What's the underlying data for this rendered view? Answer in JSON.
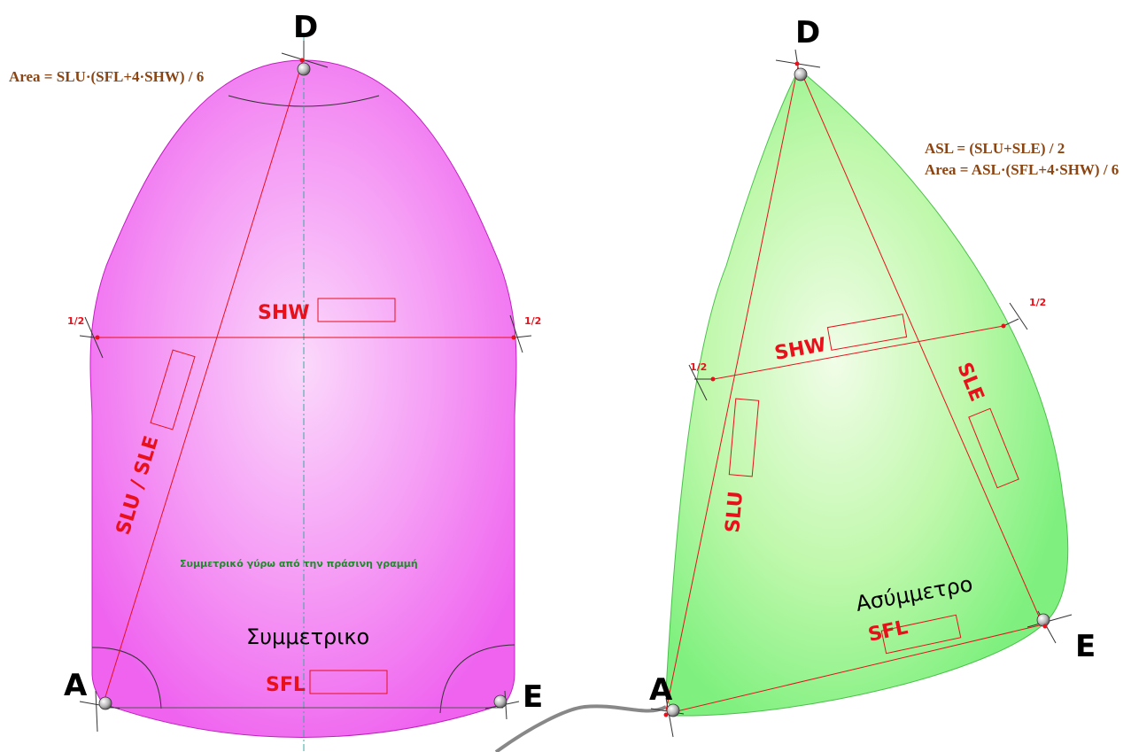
{
  "symmetric": {
    "formula": "Area = SLU·(SFL+4·SHW) / 6",
    "corner_head": "D",
    "corner_tack": "A",
    "corner_clew": "E",
    "shw_label": "SHW",
    "luff_label": "SLU / SLE",
    "sfl_label": "SFL",
    "half_left": "1/2",
    "half_right": "1/2",
    "note": "Συμμετρικό γύρω από την πράσινη γραμμή",
    "name": "Συμμετρικο"
  },
  "asymmetric": {
    "formula_asl": "ASL = (SLU+SLE) / 2",
    "formula_area": "Area = ASL·(SFL+4·SHW) / 6",
    "corner_head": "D",
    "corner_tack": "A",
    "corner_clew": "E",
    "shw_label": "SHW",
    "slu_label": "SLU",
    "sle_label": "SLE",
    "sfl_label": "SFL",
    "half_left": "1/2",
    "half_right": "1/2",
    "name": "Ασύμμετρο"
  },
  "colors": {
    "symmetric_fill": "#f06ef0",
    "asymmetric_fill": "#8ef58e",
    "measure_lines": "#e8101a",
    "centerline": "#3aa8a0"
  }
}
